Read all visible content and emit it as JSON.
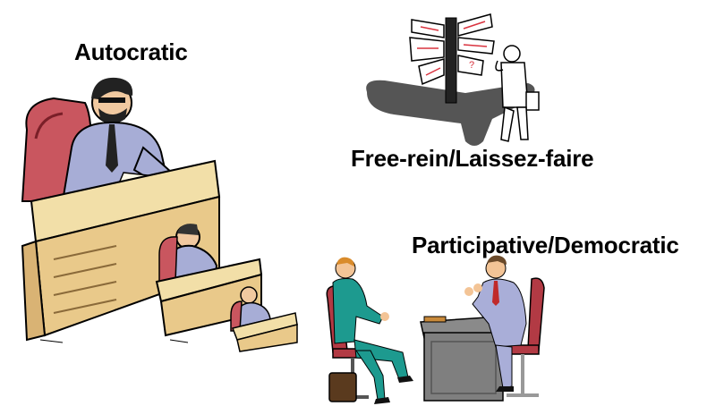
{
  "labels": {
    "autocratic": "Autocratic",
    "free_rein": "Free-rein/Laissez-faire",
    "participative": "Participative/Democratic"
  },
  "illustrations": {
    "autocratic": "boss-at-tall-desk-over-subordinate-desks",
    "free_rein": "confused-man-at-signpost",
    "participative": "two-men-talking-across-desk"
  },
  "colors": {
    "text": "#000000",
    "background": "#ffffff",
    "chair_red": "#b23a44",
    "desk_tan": "#f2dfa8",
    "shirt_blue": "#a7add6",
    "suit_teal": "#2aa79a",
    "desk_gray": "#7f7f7f"
  }
}
